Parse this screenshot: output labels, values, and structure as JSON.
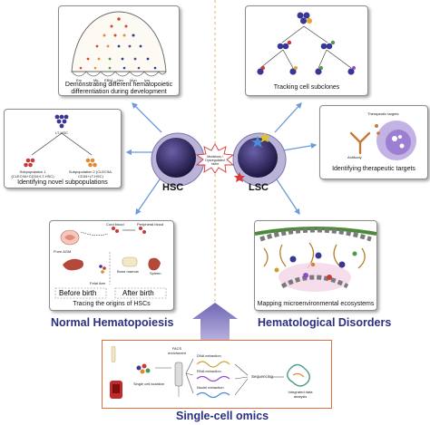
{
  "hsc_label": "HSC",
  "lsc_label": "LSC",
  "mutation_label": "Mutations / Dysregulated niche",
  "left_title": "Normal Hematopoiesis",
  "right_title": "Hematological Disorders",
  "bottom_title": "Single-cell omics",
  "boxes": {
    "diff": {
      "caption": "Demonstrating different hematopoietic differentiation during development",
      "lineages": [
        "Ery",
        "Mk",
        "EBM",
        "Neu",
        "Mon",
        "lym"
      ]
    },
    "subpop": {
      "caption": "Identifying novel subpopulations",
      "lt_hsc": "LT-HSC",
      "sub1": "Subpopulation 1 (CLEC9A+CD34+LT-HSC)",
      "sub2": "Subpopulation 2 (CLEC9A-CD34+LT-HSC)"
    },
    "origins": {
      "caption": "Tracing the origins of HSCs",
      "from_agm": "From AGM",
      "cord_blood": "Cord blood",
      "peripheral_blood": "Peripheral blood",
      "fetal_liver": "Fetal liver",
      "bone_marrow": "Bone marrow",
      "spleen": "Spleen",
      "before_birth": "Before birth",
      "after_birth": "After birth"
    },
    "subclones": {
      "caption": "Tracking cell subclones"
    },
    "targets": {
      "caption": "Identifying therapeutic targets",
      "therapeutic_targets": "Therapeutic targets",
      "antibody": "Antibody"
    },
    "ecosystems": {
      "caption": "Mapping microenvironmental ecosystems"
    }
  },
  "workflow": {
    "facs": "FACS enrichment",
    "single_cell_isolation": "Single cell isolation",
    "dna_extraction": "DNA extraction",
    "rna_extraction": "RNA extraction",
    "nuclei_extraction": "Nuclei extraction",
    "sequencing": "Sequencing",
    "integrated": "Integrated data analysis"
  },
  "colors": {
    "title_blue": "#2b2f82",
    "arrow_blue": "#6a9bd8",
    "cell_purple": "#2c2458",
    "bottom_border": "#e0703a",
    "big_arrow": "#8d86c7"
  }
}
